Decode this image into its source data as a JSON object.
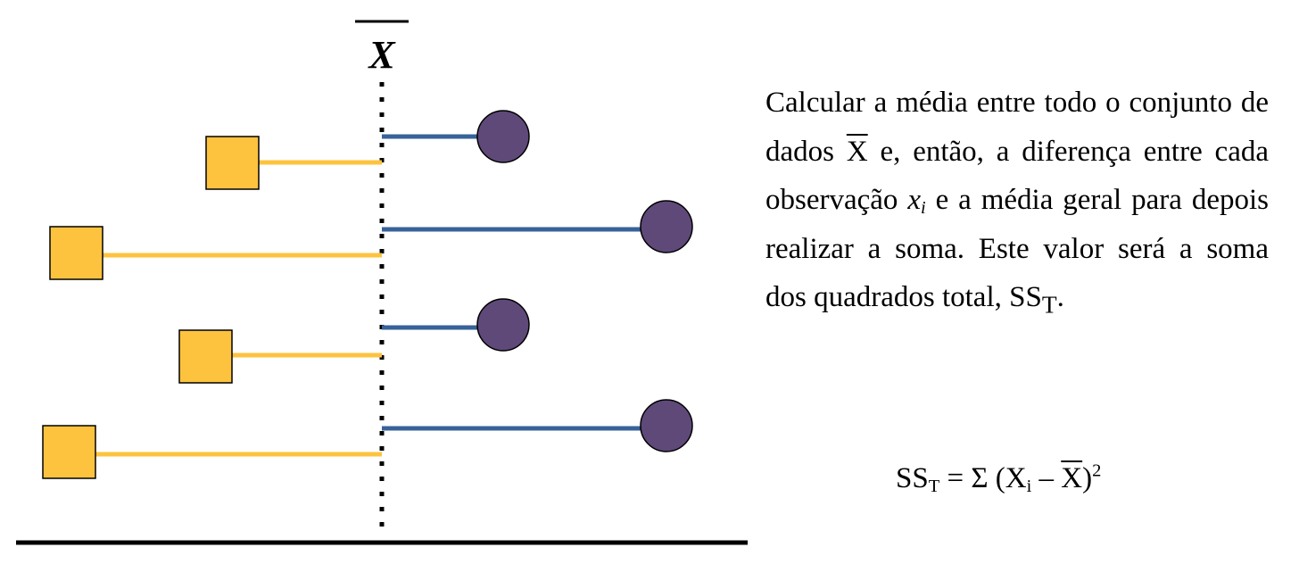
{
  "diagram": {
    "mean_label": "X",
    "colors": {
      "square_fill": "#FDC33F",
      "deviation_left": "#FDC33F",
      "circle_fill": "#5E4979",
      "deviation_right": "#37629A",
      "axis": "#000000",
      "mean_line": "#000000"
    }
  },
  "explanation": {
    "text_1": "Calcular a média entre todo o conjunto de dados ",
    "mean_symbol": "X",
    "text_2": " e, então, a diferença entre cada observação ",
    "obs_letter": "x",
    "obs_index": "i",
    "text_3": " e a média geral para depois realizar a soma. Este valor será a soma dos quadrados total, SS",
    "text_3_sub": "T",
    "text_4": "."
  },
  "formula": {
    "lhs": "SS",
    "lhs_sub": "T",
    "middle": " = Σ (X",
    "x_sub": "i",
    "minus": " – ",
    "mean": "X",
    "close": ")",
    "power": "2"
  }
}
